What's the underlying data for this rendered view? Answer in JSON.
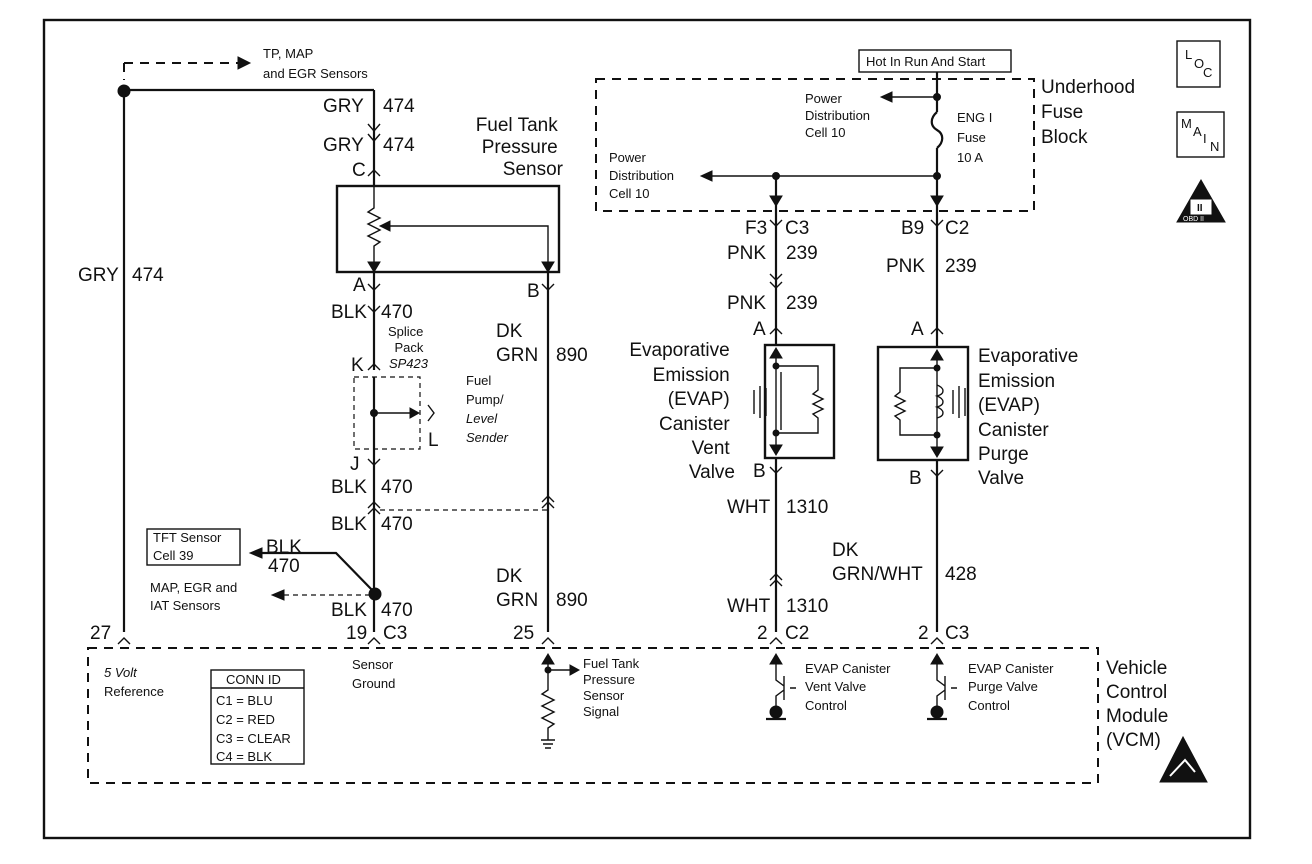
{
  "labels": {
    "tp_map_egr": [
      "TP, MAP",
      "and EGR Sensors"
    ],
    "hot_in_run": "Hot In Run And Start",
    "underhood": [
      "Underhood",
      "Fuse",
      "Block"
    ],
    "power_dist_top": [
      "Power",
      "Distribution",
      "Cell 10"
    ],
    "power_dist_left": [
      "Power",
      "Distribution",
      "Cell 10"
    ],
    "eng_fuse": [
      "ENG I",
      "Fuse",
      "10 A"
    ],
    "loc_icon": [
      "L",
      "O",
      "C"
    ],
    "main_icon": [
      "M",
      "A",
      "I",
      "N"
    ],
    "obd_icon": [
      "II",
      "OBD II"
    ],
    "fuel_tank_sensor": [
      "Fuel Tank",
      "Pressure",
      "Sensor"
    ],
    "splice_pack": [
      "Splice",
      "Pack",
      "SP423"
    ],
    "fuel_pump": [
      "Fuel",
      "Pump/",
      "Level",
      "Sender"
    ],
    "tft_sensor": [
      "TFT Sensor",
      "Cell 39"
    ],
    "map_egr_iat": [
      "MAP, EGR and",
      "IAT Sensors"
    ],
    "evap_vent": [
      "Evaporative",
      "Emission",
      "(EVAP)",
      "Canister",
      "Vent",
      "Valve"
    ],
    "evap_purge": [
      "Evaporative",
      "Emission",
      "(EVAP)",
      "Canister",
      "Purge",
      "Valve"
    ],
    "vcm": [
      "Vehicle",
      "Control",
      "Module",
      "(VCM)"
    ],
    "five_volt": [
      "5 Volt",
      "Reference"
    ],
    "sensor_ground": [
      "Sensor",
      "Ground"
    ],
    "ftp_signal": [
      "Fuel Tank",
      "Pressure",
      "Sensor",
      "Signal"
    ],
    "evap_vent_ctrl": [
      "EVAP Canister",
      "Vent Valve",
      "Control"
    ],
    "evap_purge_ctrl": [
      "EVAP Canister",
      "Purge Valve",
      "Control"
    ]
  },
  "conn_id": {
    "title": "CONN ID",
    "rows": [
      "C1 = BLU",
      "C2 = RED",
      "C3 = CLEAR",
      "C4 = BLK"
    ]
  },
  "wires": {
    "gry_top1": [
      "GRY",
      "474"
    ],
    "gry_top2": [
      "GRY",
      "474"
    ],
    "gry_left": [
      "GRY",
      "474"
    ],
    "blk_470_a": [
      "BLK",
      "470"
    ],
    "blk_470_j": [
      "BLK",
      "470"
    ],
    "blk_470_b": [
      "BLK",
      "470"
    ],
    "blk_470_tft": [
      "BLK",
      "470"
    ],
    "blk_470_c": [
      "BLK",
      "470"
    ],
    "dk_grn_890_a": [
      "DK",
      "GRN",
      "890"
    ],
    "dk_grn_890_b": [
      "DK",
      "GRN",
      "890"
    ],
    "pnk_239_a": [
      "PNK",
      "239"
    ],
    "pnk_239_b": [
      "PNK",
      "239"
    ],
    "pnk_239_c": [
      "PNK",
      "239"
    ],
    "wht_1310_a": [
      "WHT",
      "1310"
    ],
    "wht_1310_b": [
      "WHT",
      "1310"
    ],
    "dk_grn_wht_428": [
      "DK",
      "GRN/WHT",
      "428"
    ]
  },
  "pins": {
    "c_pin": "C",
    "a_pin_fts": "A",
    "b_pin_fts": "B",
    "k_pin": "K",
    "j_pin": "J",
    "l_pin": "L",
    "f3": "F3",
    "c3_top": "C3",
    "b9": "B9",
    "c2_top": "C2",
    "vent_a": "A",
    "vent_b": "B",
    "purge_a": "A",
    "purge_b": "B",
    "p27": "27",
    "p19": "19",
    "c3_19": "C3",
    "p25": "25",
    "p2_vent": "2",
    "c2_vent": "C2",
    "p2_purge": "2",
    "c3_purge": "C3"
  }
}
